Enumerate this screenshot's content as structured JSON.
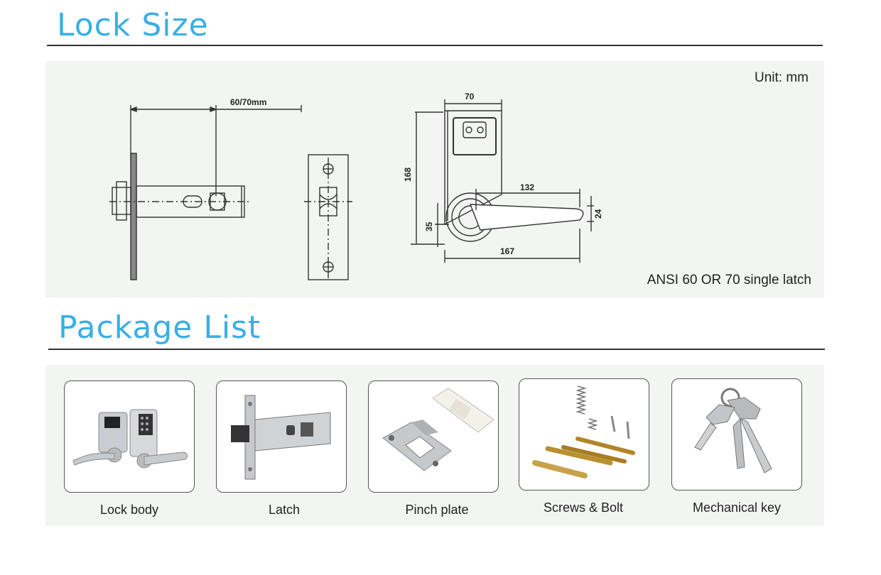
{
  "lock_size": {
    "title": "Lock Size",
    "unit_label": "Unit: mm",
    "latch_note": "ANSI 60 OR 70 single latch",
    "dimensions": {
      "backset": "60/70mm",
      "width": "70",
      "height": "168",
      "lever_length": "132",
      "lever_height": "24",
      "rose_height": "35",
      "overall_depth": "167"
    }
  },
  "package_list": {
    "title": "Package List",
    "items": [
      {
        "label": "Lock body",
        "icon": "lock-body-icon"
      },
      {
        "label": "Latch",
        "icon": "latch-icon"
      },
      {
        "label": "Pinch plate",
        "icon": "pinch-plate-icon"
      },
      {
        "label": "Screws & Bolt",
        "icon": "screws-bolt-icon"
      },
      {
        "label": "Mechanical key",
        "icon": "mechanical-key-icon"
      }
    ]
  }
}
